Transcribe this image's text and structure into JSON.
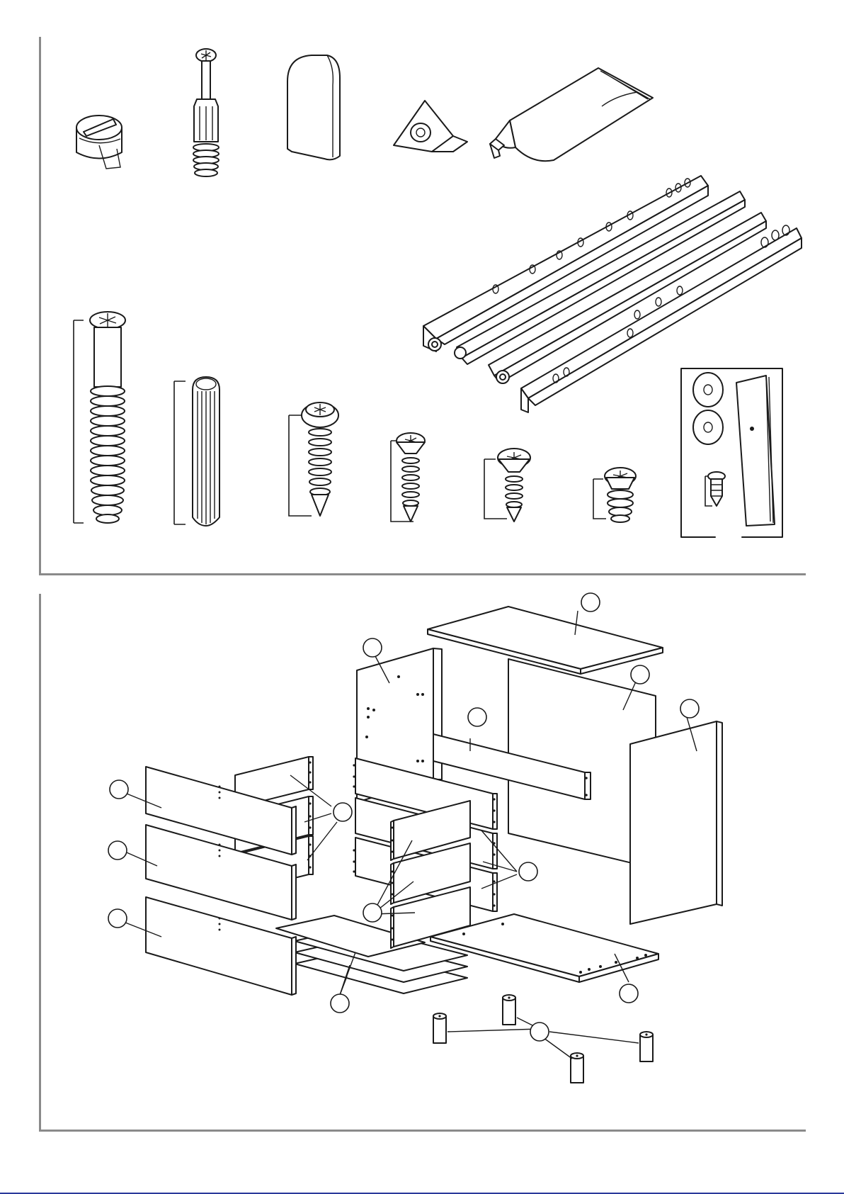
{
  "sheet": {
    "line_color": "#1a1a1a",
    "frame_color": "#8a8a8a",
    "bottom_rule_color": "#2a3a9a"
  },
  "hardware": {
    "items": [
      "cam-lock-nut-icon",
      "cam-bolt-icon",
      "door-bumper-icon",
      "corner-bracket-icon",
      "glue-tube-icon",
      "drawer-runner-set-icon",
      "long-screw-icon",
      "wood-dowel-icon",
      "pan-head-screw-icon",
      "countersunk-screw-large-icon",
      "countersunk-screw-medium-icon",
      "euro-screw-icon",
      "wall-fixing-kit-icon"
    ]
  },
  "exploded_view": {
    "callout_marker": "empty-circle",
    "parts": [
      "top-panel",
      "left-side-panel",
      "back-panel",
      "right-side-panel",
      "front-rail",
      "drawer-fronts",
      "drawer-backs",
      "drawer-sides",
      "drawer-bottoms",
      "base-panel",
      "legs"
    ]
  }
}
